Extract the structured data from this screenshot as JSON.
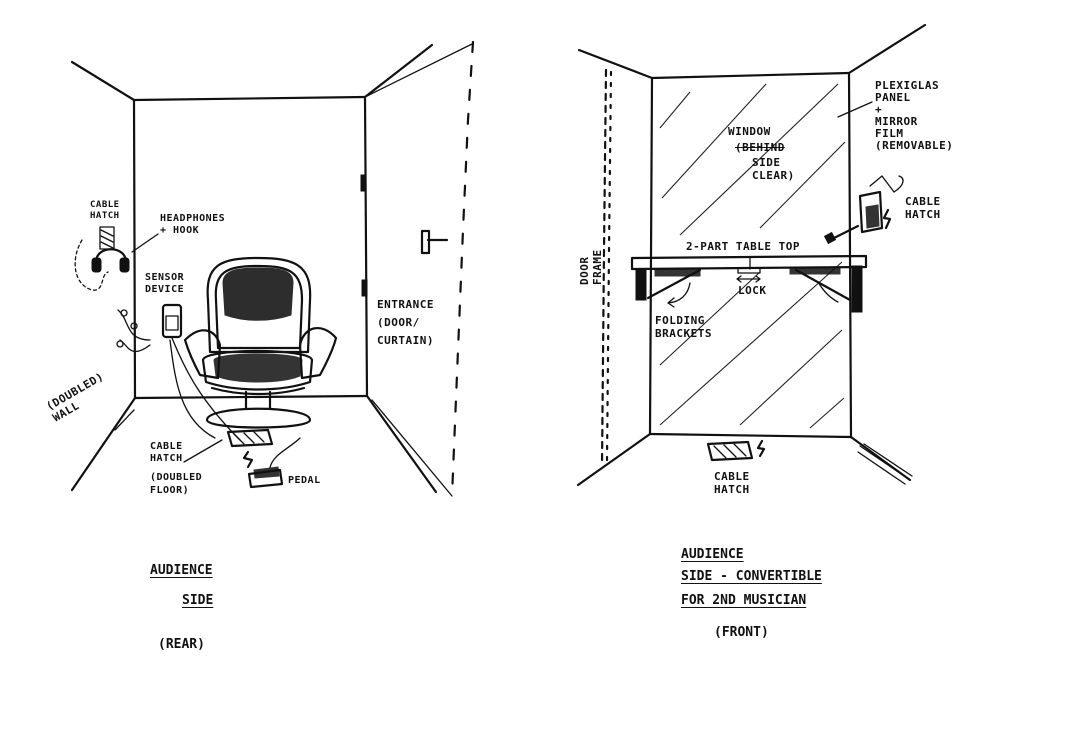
{
  "left_sketch": {
    "labels": {
      "cable_hatch_wall": "CABLE\nHATCH",
      "headphones_hook": "HEADPHONES\n+ HOOK",
      "sensor_device": "SENSOR\nDEVICE",
      "entrance": "ENTRANCE\n(DOOR/\nCURTAIN)",
      "doubled_wall": "(DOUBLED)\nWALL",
      "cable_hatch_floor": "CABLE\nHATCH",
      "doubled_floor": "(DOUBLED\nFLOOR)",
      "pedal": "PEDAL"
    },
    "caption": {
      "line1": "AUDIENCE",
      "line2": "SIDE",
      "line3": "(REAR)"
    }
  },
  "right_sketch": {
    "labels": {
      "plexiglas": "PLEXIGLAS\nPANEL\n+\nMIRROR\nFILM\n(REMOVABLE)",
      "window_title": "WINDOW",
      "window_strike": "(BEHIND",
      "window_rest": "SIDE\nCLEAR)",
      "cable_hatch_wall": "CABLE\nHATCH",
      "door_frame": "DOOR\nFRAME",
      "table_top": "2-PART TABLE TOP",
      "lock": "LOCK",
      "folding_brackets": "FOLDING\nBRACKETS",
      "cable_hatch_floor": "CABLE\nHATCH"
    },
    "caption": {
      "line1": "AUDIENCE",
      "line2": "SIDE - CONVERTIBLE",
      "line3": "FOR 2ND MUSICIAN",
      "line4": "(FRONT)"
    }
  }
}
